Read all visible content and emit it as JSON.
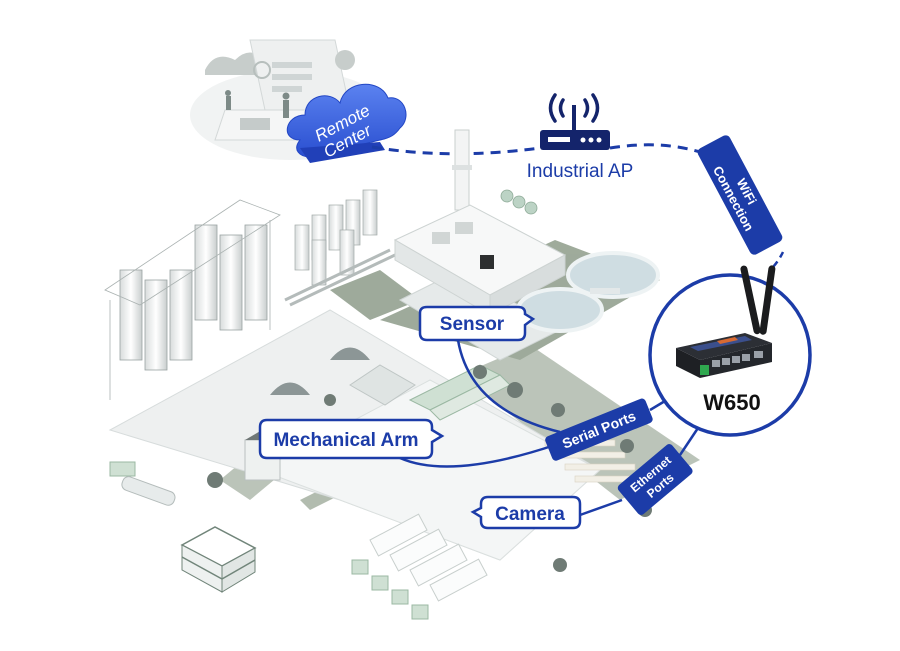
{
  "diagram": {
    "title_nodes": {
      "remote_center": {
        "line1": "Remote",
        "line2": "Center"
      },
      "industrial_ap": "Industrial AP",
      "wifi_connection": {
        "line1": "WiFi",
        "line2": "Connection"
      },
      "device": "W650"
    },
    "callouts": {
      "sensor": "Sensor",
      "mechanical_arm": "Mechanical Arm",
      "camera": "Camera"
    },
    "port_tags": {
      "serial_ports": "Serial Ports",
      "ethernet_ports": {
        "line1": "Ethernet",
        "line2": "Ports"
      }
    },
    "icons": {
      "remote_center": "cloud-icon",
      "industrial_ap": "wireless-router-icon",
      "device": "industrial-router-device-icon"
    },
    "colors": {
      "brand_blue": "#1c3ca8",
      "cloud_blue": "#3a63e0",
      "ground_green": "#8a9a86",
      "building_gray": "#e9ecec"
    }
  }
}
